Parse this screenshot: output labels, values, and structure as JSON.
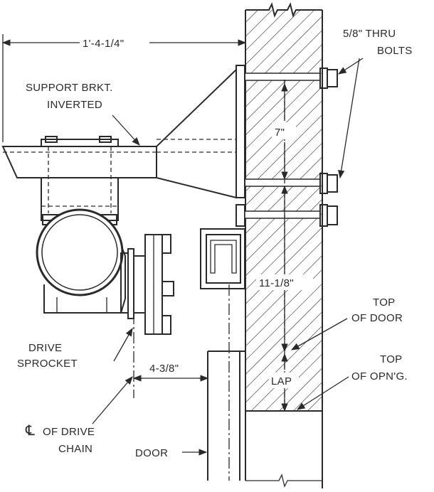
{
  "labels": {
    "overall_width": "1'-4-1/4\"",
    "bolt_size": "5/8\" THRU",
    "bolts": "BOLTS",
    "support_1": "SUPPORT BRKT.",
    "support_2": "INVERTED",
    "spacing_upper": "7\"",
    "spacing_lower": "11-1/8\"",
    "top_of_door_1": "TOP",
    "top_of_door_2": "OF DOOR",
    "lap": "LAP",
    "top_opng_1": "TOP",
    "top_opng_2": "OF OPN'G.",
    "drive_1": "DRIVE",
    "drive_2": "SPROCKET",
    "offset": "4-3/8\"",
    "cl_symbol": "℄",
    "cl_1": "OF DRIVE",
    "cl_2": "CHAIN",
    "door": "DOOR"
  },
  "colors": {
    "ink": "#2a2a2a",
    "paper": "#ffffff"
  }
}
